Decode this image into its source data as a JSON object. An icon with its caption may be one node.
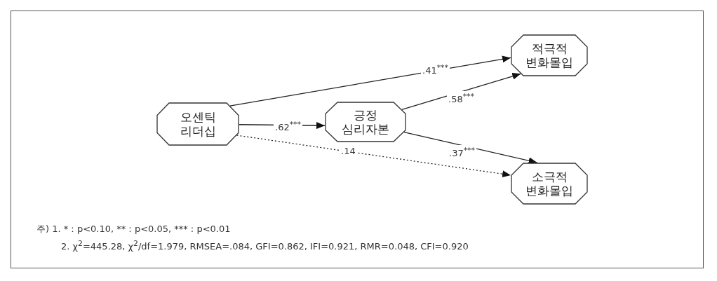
{
  "diagram": {
    "nodes": [
      {
        "text": [
          "오센틱 리더십"
        ]
      },
      {
        "text": [
          "긍정 심리자본"
        ]
      },
      {
        "text": [
          "적극적 변화몰입"
        ]
      },
      {
        "text": [
          "소극적 변화몰입"
        ]
      }
    ],
    "edges": [
      {
        "from": 0,
        "to": 2,
        "arrow": "to",
        "label": ".41$^{***}$"
      },
      {
        "from": 0,
        "to": 1,
        "arrow": "to",
        "label": ".62$^{***}$"
      },
      {
        "from": 1,
        "to": 2,
        "arrow": "to",
        "label": ".58$^{***}$"
      },
      {
        "from": 1,
        "to": 3,
        "arrow": "to",
        "label": ".37$^{***}$"
      },
      {
        "from": 0,
        "to": 3,
        "arrow": "to",
        "label": ".14",
        "style": "dashed"
      }
    ],
    "labels": [
      "주) 1. * : p<0.10, ** : p<0.05, *** : p<0.01",
      "2. χ$^{2}$=445.28, χ$^{2}$/df=1.979, RMSEA=.084, GFI=0.862, IFI=0.921, RMR=0.048, CFI=0.920"
    ]
  }
}
